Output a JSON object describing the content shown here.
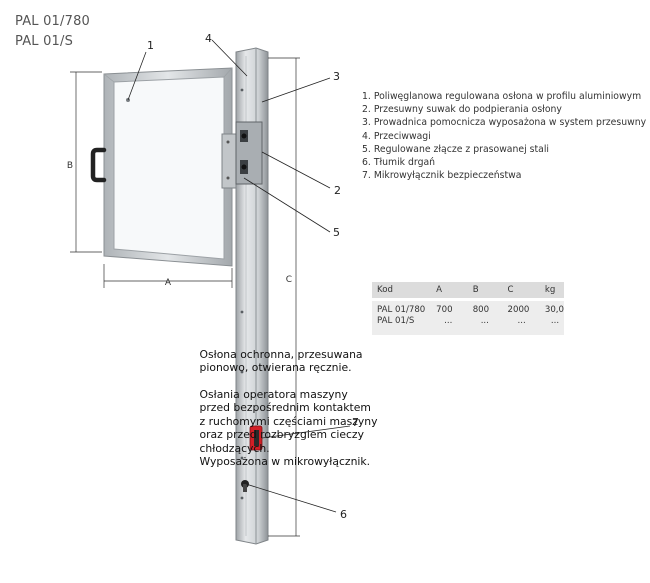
{
  "models": [
    "PAL 01/780",
    "PAL 01/S"
  ],
  "callouts": [
    "1",
    "2",
    "3",
    "4",
    "5",
    "6",
    "7"
  ],
  "dimensions": {
    "a": "A",
    "b": "B",
    "c": "C"
  },
  "legend": [
    "1. Poliwęglanowa regulowana osłona w profilu aluminiowym",
    "2. Przesuwny suwak do podpierania osłony",
    "3. Prowadnica pomocnicza wyposażona w system przesuwny",
    "4. Przeciwwagi",
    "5. Regulowane złącze z prasowanej stali",
    "6. Tłumik drgań",
    "7. Mikrowyłącznik bezpieczeństwa"
  ],
  "description": {
    "paragraph1": [
      "Osłona ochronna, przesuwana",
      "pionowo, otwierana ręcznie."
    ],
    "paragraph2": [
      "Osłania operatora maszyny",
      "przed bezpośrednim kontaktem",
      "z ruchomymi częściami maszyny",
      "oraz przed rozbryzgiem cieczy",
      "chłodzących.",
      "Wyposażona w mikrowyłącznik."
    ]
  },
  "table": {
    "headers": [
      "Kod",
      "A",
      "B",
      "C",
      "kg"
    ],
    "rows": [
      {
        "code": [
          "PAL 01/780",
          "PAL 01/S"
        ],
        "a": [
          "700",
          "..."
        ],
        "b": [
          "800",
          "..."
        ],
        "c": [
          "2000",
          "..."
        ],
        "kg": [
          "30,0",
          "..."
        ]
      }
    ]
  },
  "colors": {
    "aluminium": "#c9cdd0",
    "microswitch": "#d21f26",
    "panel": "#f7f9fa"
  }
}
